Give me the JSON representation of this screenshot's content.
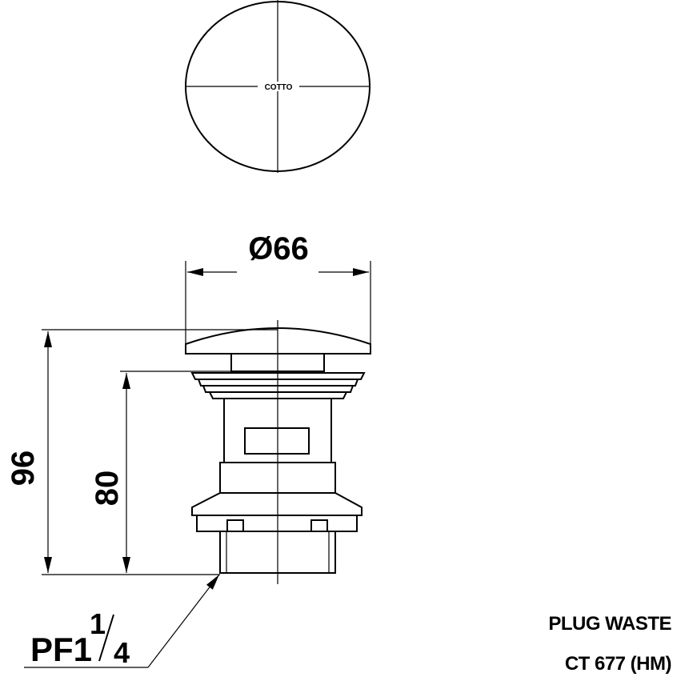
{
  "top_view": {
    "logo_text": "COTTO"
  },
  "dimensions": {
    "diameter": "Ø66",
    "overall_height": "96",
    "body_height": "80",
    "thread_main": "PF1",
    "thread_num": "1",
    "thread_den": "4"
  },
  "title_block": {
    "name": "PLUG WASTE",
    "model": "CT 677 (HM)"
  }
}
